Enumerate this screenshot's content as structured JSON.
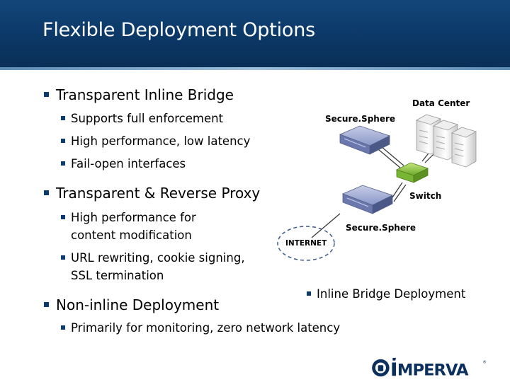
{
  "slide": {
    "title": "Flexible Deployment Options",
    "bullets": [
      {
        "text": "Transparent Inline Bridge",
        "sub": [
          "Supports full enforcement",
          "High performance, low latency",
          "Fail-open interfaces"
        ]
      },
      {
        "text": "Transparent & Reverse Proxy",
        "sub": [
          {
            "line1": "High performance for",
            "line2": "content modification"
          },
          {
            "line1": "URL rewriting, cookie signing,",
            "line2": "SSL termination"
          }
        ]
      },
      {
        "text": "Non-inline Deployment",
        "sub": [
          "Primarily for monitoring, zero network latency"
        ]
      }
    ]
  },
  "diagram": {
    "data_center_label": "Data Center",
    "secure_sphere_top_label": "Secure.Sphere",
    "switch_label": "Switch",
    "secure_sphere_bottom_label": "Secure.Sphere",
    "internet_label": "INTERNET",
    "caption": "Inline Bridge Deployment"
  },
  "logo": {
    "text": "iMPERVA"
  },
  "colors": {
    "header": "#0c3a6a",
    "bullet": "#0b3a6e",
    "switch": "#8cc63f",
    "appliance": "#4a5f9a"
  }
}
